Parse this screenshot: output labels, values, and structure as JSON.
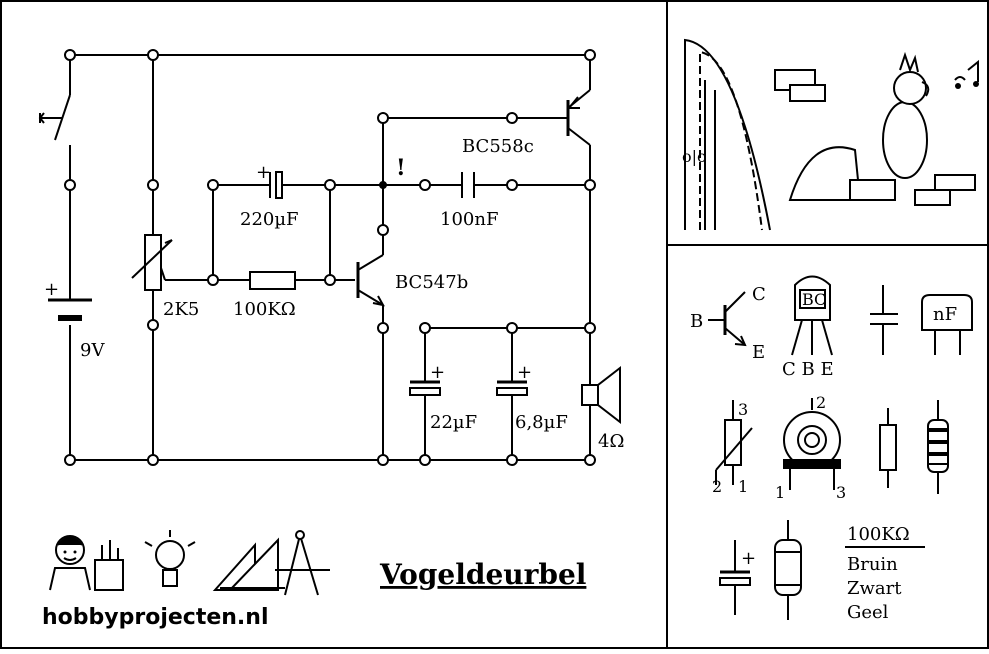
{
  "schematic": {
    "labels": {
      "battery": "9V",
      "pot": "2K5",
      "r1": "100KΩ",
      "c1": "220µF",
      "c2": "100nF",
      "q1": "BC547b",
      "q2": "BC558c",
      "c3": "22µF",
      "c4": "6,8µF",
      "spk": "4Ω",
      "excl": "!"
    },
    "plus": "+"
  },
  "footer": {
    "site": "hobbyprojecten.nl",
    "title": "Vogeldeurbel"
  },
  "legend": {
    "transistor": {
      "b": "B",
      "c": "C",
      "e": "E"
    },
    "to92": {
      "body": "BC",
      "pins": "C B E"
    },
    "film_cap": "nF",
    "pot_pins": {
      "p1": "1",
      "p2": "2",
      "p3": "3"
    },
    "trim_pins": {
      "p1": "1",
      "p2": "2",
      "p3": "3"
    },
    "elco_plus": "+",
    "color_code": {
      "value": "100KΩ",
      "c1": "Bruin",
      "c2": "Zwart",
      "c3": "Geel"
    }
  }
}
